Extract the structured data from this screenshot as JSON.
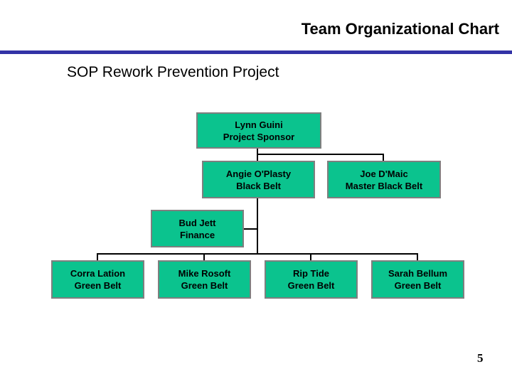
{
  "slide": {
    "title": "Team Organizational Chart",
    "subtitle": "SOP Rework Prevention Project",
    "page_number": "5"
  },
  "colors": {
    "box_fill": "#0bc38e",
    "box_border": "#7f7f7f",
    "divider": "#3333a6",
    "connector": "#000000"
  },
  "org_chart": {
    "nodes": [
      {
        "name": "Lynn Guini",
        "role": "Project Sponsor"
      },
      {
        "name": "Angie O'Plasty",
        "role": "Black Belt"
      },
      {
        "name": "Joe D'Maic",
        "role": "Master Black Belt"
      },
      {
        "name": "Bud Jett",
        "role": "Finance"
      },
      {
        "name": "Corra Lation",
        "role": "Green Belt"
      },
      {
        "name": "Mike Rosoft",
        "role": "Green Belt"
      },
      {
        "name": "Rip Tide",
        "role": "Green Belt"
      },
      {
        "name": "Sarah Bellum",
        "role": "Green Belt"
      }
    ]
  }
}
